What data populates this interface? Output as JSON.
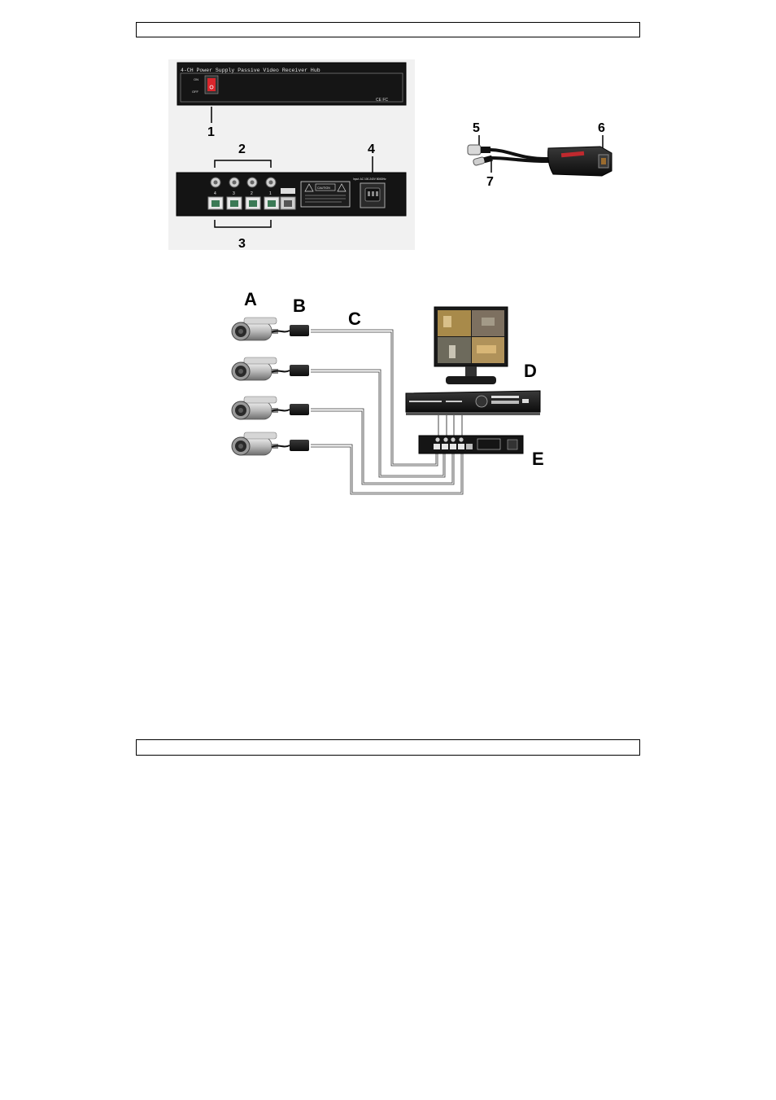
{
  "header_box": "",
  "footer_box": "",
  "hub_front": {
    "title": "4-CH Power Supply Passive Video Receiver Hub",
    "switch_on": "ON",
    "switch_off": "OFF",
    "cert_marks": "CE FC",
    "callout": "1"
  },
  "hub_back": {
    "callouts": [
      "2",
      "3",
      "4"
    ],
    "port_numbers": [
      "4",
      "3",
      "2",
      "1"
    ],
    "power_label": "Input: AC 100-240V 50/60Hz",
    "caution_title": "CAUTION"
  },
  "balun": {
    "callouts": [
      "5",
      "6",
      "7"
    ]
  },
  "system": {
    "labels": [
      "A",
      "B",
      "C",
      "D",
      "E"
    ]
  }
}
